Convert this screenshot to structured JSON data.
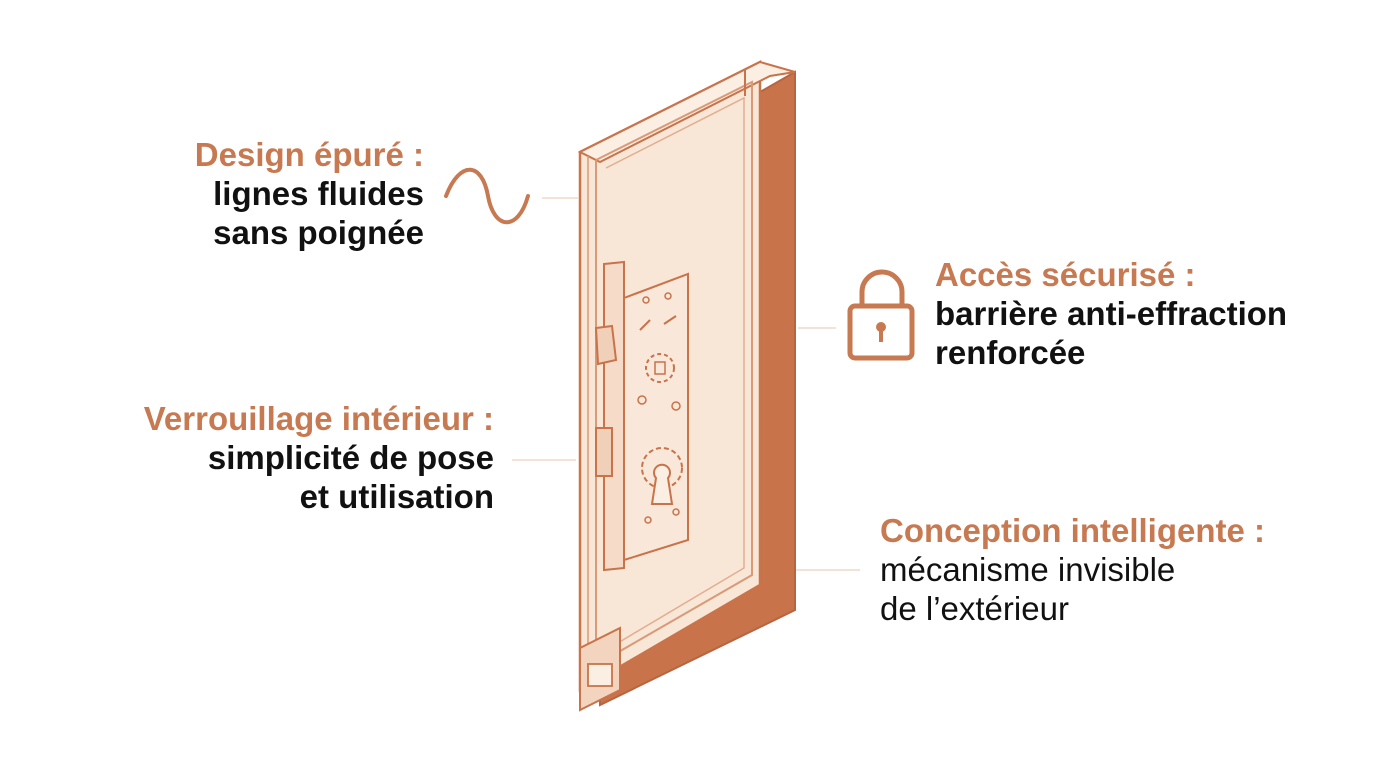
{
  "colors": {
    "accent": "#c77a52",
    "door_panel": "#f8e6d6",
    "door_side": "#c8734a",
    "line": "#d99a78",
    "text": "#111111"
  },
  "callouts": {
    "design": {
      "title": "Design épuré :",
      "line1": "lignes fluides",
      "line2": "sans poignée",
      "icon": "wave-icon"
    },
    "lock": {
      "title": "Verrouillage intérieur :",
      "line1": "simplicité de pose",
      "line2": "et utilisation"
    },
    "secure": {
      "title": "Accès sécurisé :",
      "line1": "barrière anti-effraction",
      "line2": "renforcée",
      "icon": "padlock-icon"
    },
    "smart": {
      "title": "Conception intelligente :",
      "line1": "mécanisme invisible",
      "line2": "de l’extérieur"
    }
  }
}
